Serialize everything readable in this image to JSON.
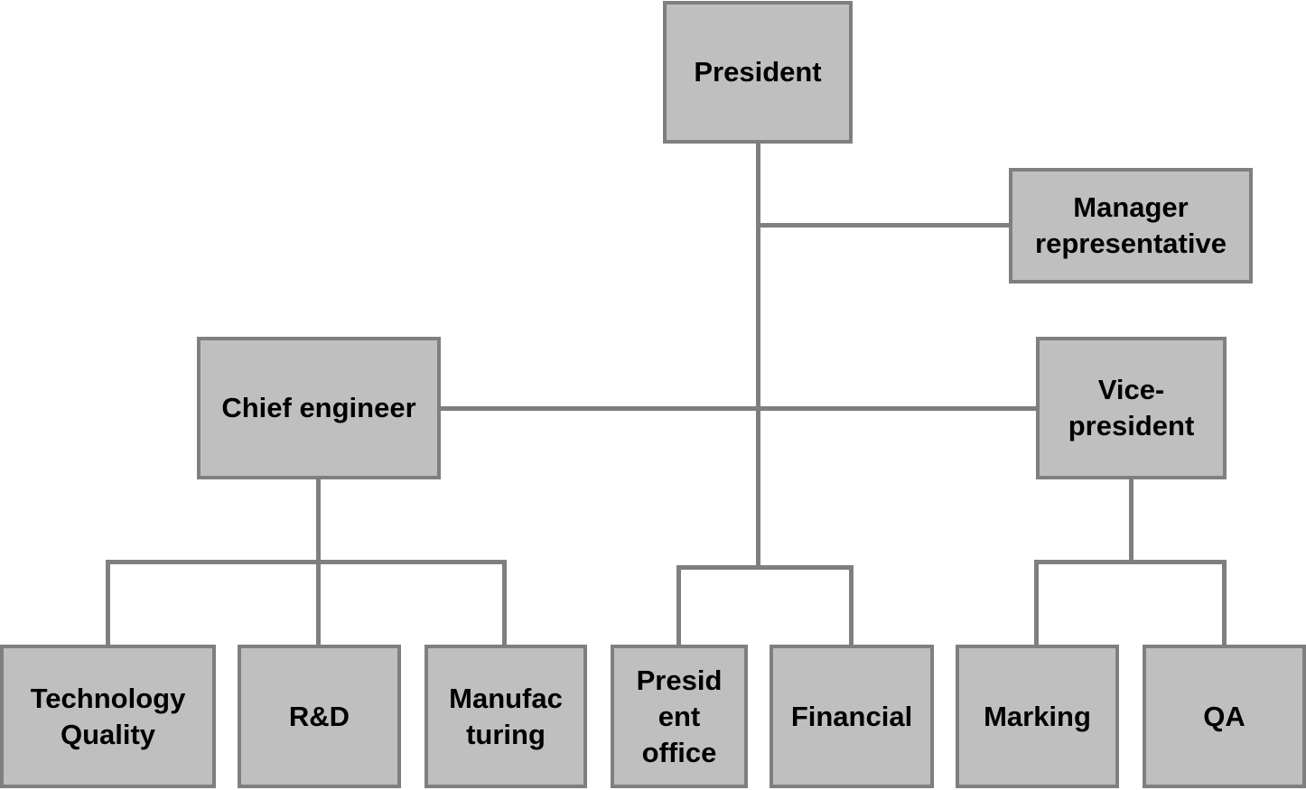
{
  "org_chart": {
    "nodes": {
      "president": "President",
      "manager_representative": "Manager\nrepresentative",
      "chief_engineer": "Chief engineer",
      "vice_president": "Vice-\npresident",
      "technology_quality": "Technology\nQuality",
      "rnd": "R&D",
      "manufacturing": "Manufac\nturing",
      "president_office": "Presid\nent\noffice",
      "financial": "Financial",
      "marking": "Marking",
      "qa": "QA"
    },
    "hierarchy": {
      "president": [
        "manager_representative",
        "chief_engineer",
        "vice_president",
        "president_office",
        "financial"
      ],
      "chief_engineer": [
        "technology_quality",
        "rnd",
        "manufacturing"
      ],
      "vice_president": [
        "marking",
        "qa"
      ]
    },
    "colors": {
      "box_fill": "#bfbfbf",
      "line": "#7f7f7f",
      "text": "#000000"
    }
  }
}
